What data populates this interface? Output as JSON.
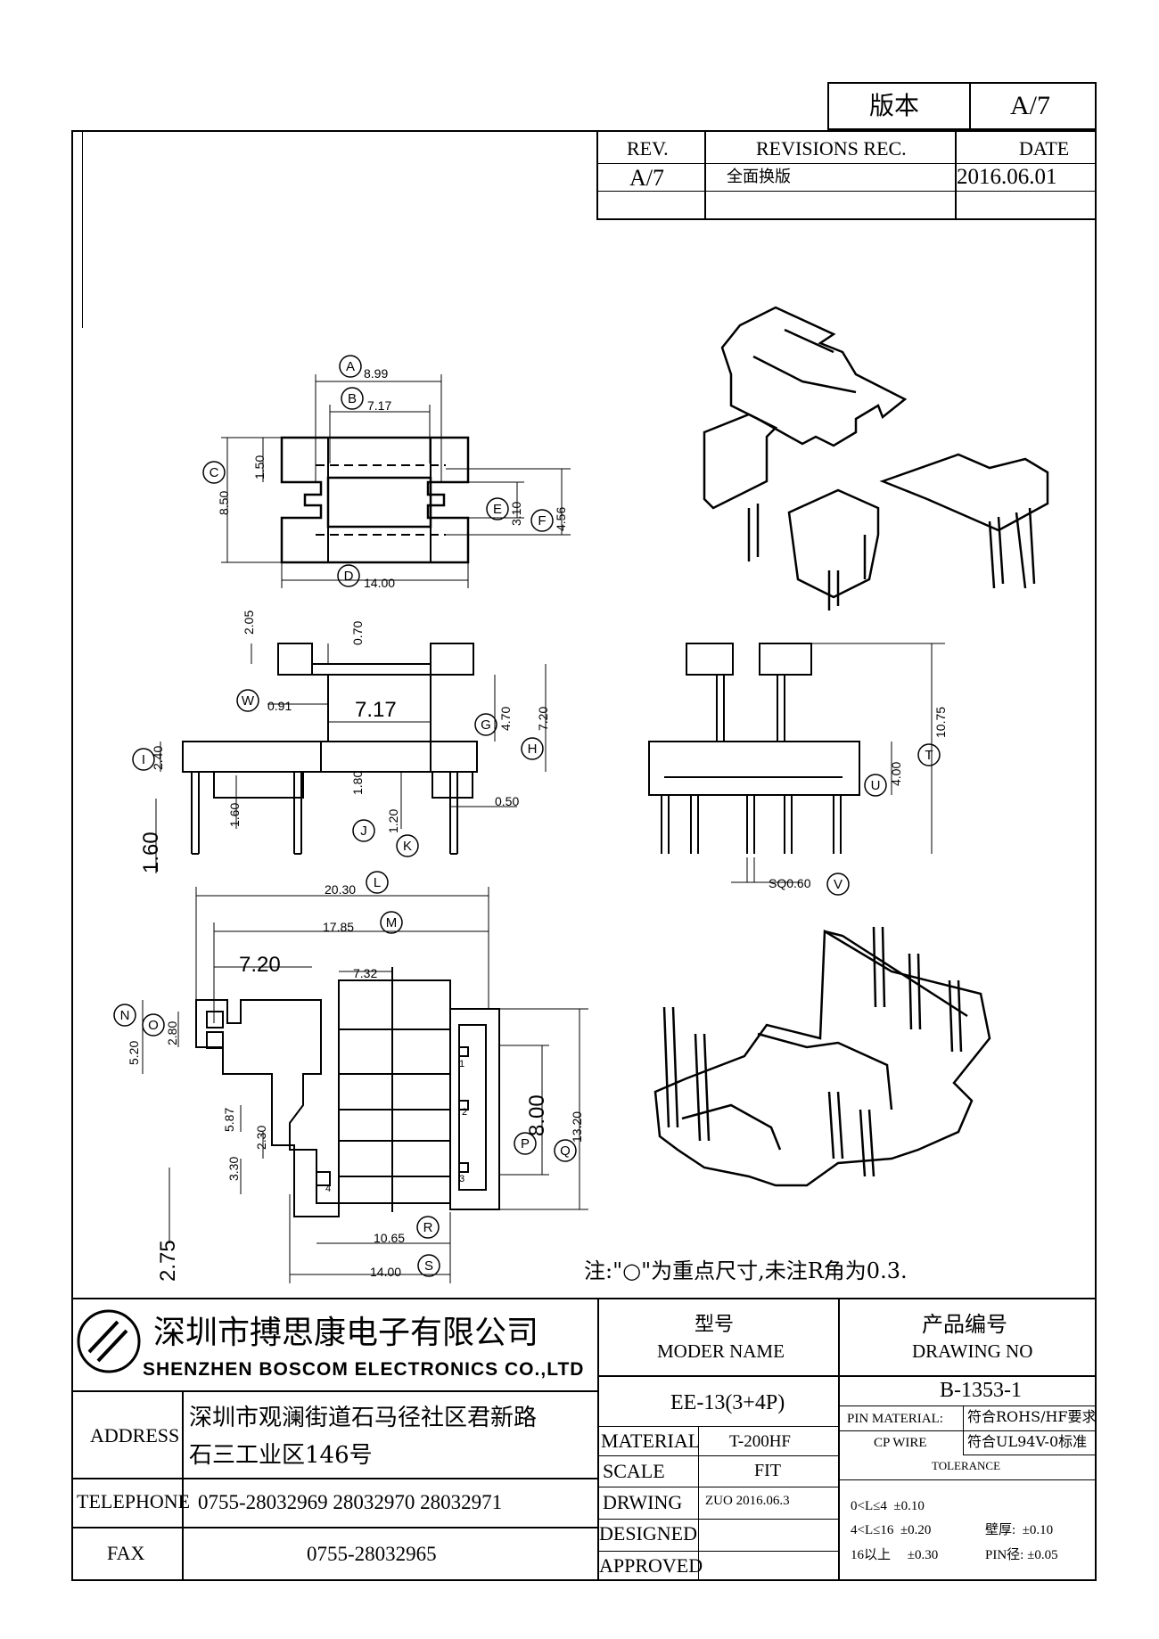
{
  "version_box": {
    "label": "版本",
    "value": "A/7"
  },
  "revision_table": {
    "headers": [
      "REV.",
      "REVISIONS REC.",
      "DATE"
    ],
    "rows": [
      {
        "rev": "A/7",
        "rec": "全面换版",
        "date": "2016.06.01"
      }
    ]
  },
  "dimensions": {
    "top_view": {
      "A": "8.99",
      "B": "7.17",
      "C": "8.50",
      "c_inner": "1.50",
      "D": "14.00",
      "E": "3.10",
      "F": "4.56"
    },
    "front_view": {
      "top_gap": "2.05",
      "t070": "0.70",
      "W": "0.91",
      "w717": "7.17",
      "G": "4.70",
      "H": "7.20",
      "I": "2.40",
      "pin160a": "1.60",
      "J": "1.80",
      "K": "1.20",
      "k050": "0.50",
      "pin160b": "1.60"
    },
    "side_view": {
      "T": "10.75",
      "U": "4.00",
      "V": "SQ0.60"
    },
    "bottom_view": {
      "L": "20.30",
      "M": "17.85",
      "m720": "7.20",
      "b732": "7.32",
      "N": "5.20",
      "O": "2.80",
      "b587": "5.87",
      "b230": "2.30",
      "b330": "3.30",
      "b275": "2.75",
      "P": "8.00",
      "Q": "13.20",
      "R": "10.65",
      "S": "14.00"
    },
    "letters": [
      "A",
      "B",
      "C",
      "D",
      "E",
      "F",
      "W",
      "G",
      "H",
      "I",
      "J",
      "K",
      "T",
      "U",
      "V",
      "L",
      "M",
      "N",
      "O",
      "P",
      "Q",
      "R",
      "S"
    ],
    "pin_numbers": [
      "1",
      "2",
      "3",
      "4"
    ]
  },
  "note": "注:\"○\"为重点尺寸,未注R角为0.3.",
  "company": {
    "name_cn": "深圳市搏思康电子有限公司",
    "name_en": "SHENZHEN BOSCOM ELECTRONICS CO.,LTD",
    "address_label": "ADDRESS",
    "address_line1": "深圳市观澜街道石马径社区君新路",
    "address_line2": "石三工业区146号",
    "telephone_label": "TELEPHONE",
    "telephone": "0755-28032969 28032970 28032971",
    "fax_label": "FAX",
    "fax": "0755-28032965"
  },
  "title_block": {
    "model_cn": "型号",
    "model_en": "MODER NAME",
    "model_value": "EE-13(3+4P)",
    "drawing_cn": "产品编号",
    "drawing_en": "DRAWING NO",
    "drawing_value": "B-1353-1",
    "material_label": "MATERIAL",
    "material_value": "T-200HF",
    "scale_label": "SCALE",
    "scale_value": "FIT",
    "drawing_label": "DRWING",
    "drawing_by": "ZUO 2016.06.3",
    "designed_label": "DESIGNED",
    "approved_label": "APPROVED",
    "pin_material_label": "PIN MATERIAL:",
    "pin_material_value": "符合ROHS/HF要求",
    "cp_wire_label": "CP WIRE",
    "cp_wire_value": "符合UL94V-0标准",
    "tolerance_label": "TOLERANCE",
    "tol_row1": "0<L≤4  ±0.10",
    "tol_row2a": "4<L≤16  ±0.20",
    "tol_row2b": "壁厚:  ±0.10",
    "tol_row3a": "16以上     ±0.30",
    "tol_row3b": "PIN径: ±0.05"
  }
}
